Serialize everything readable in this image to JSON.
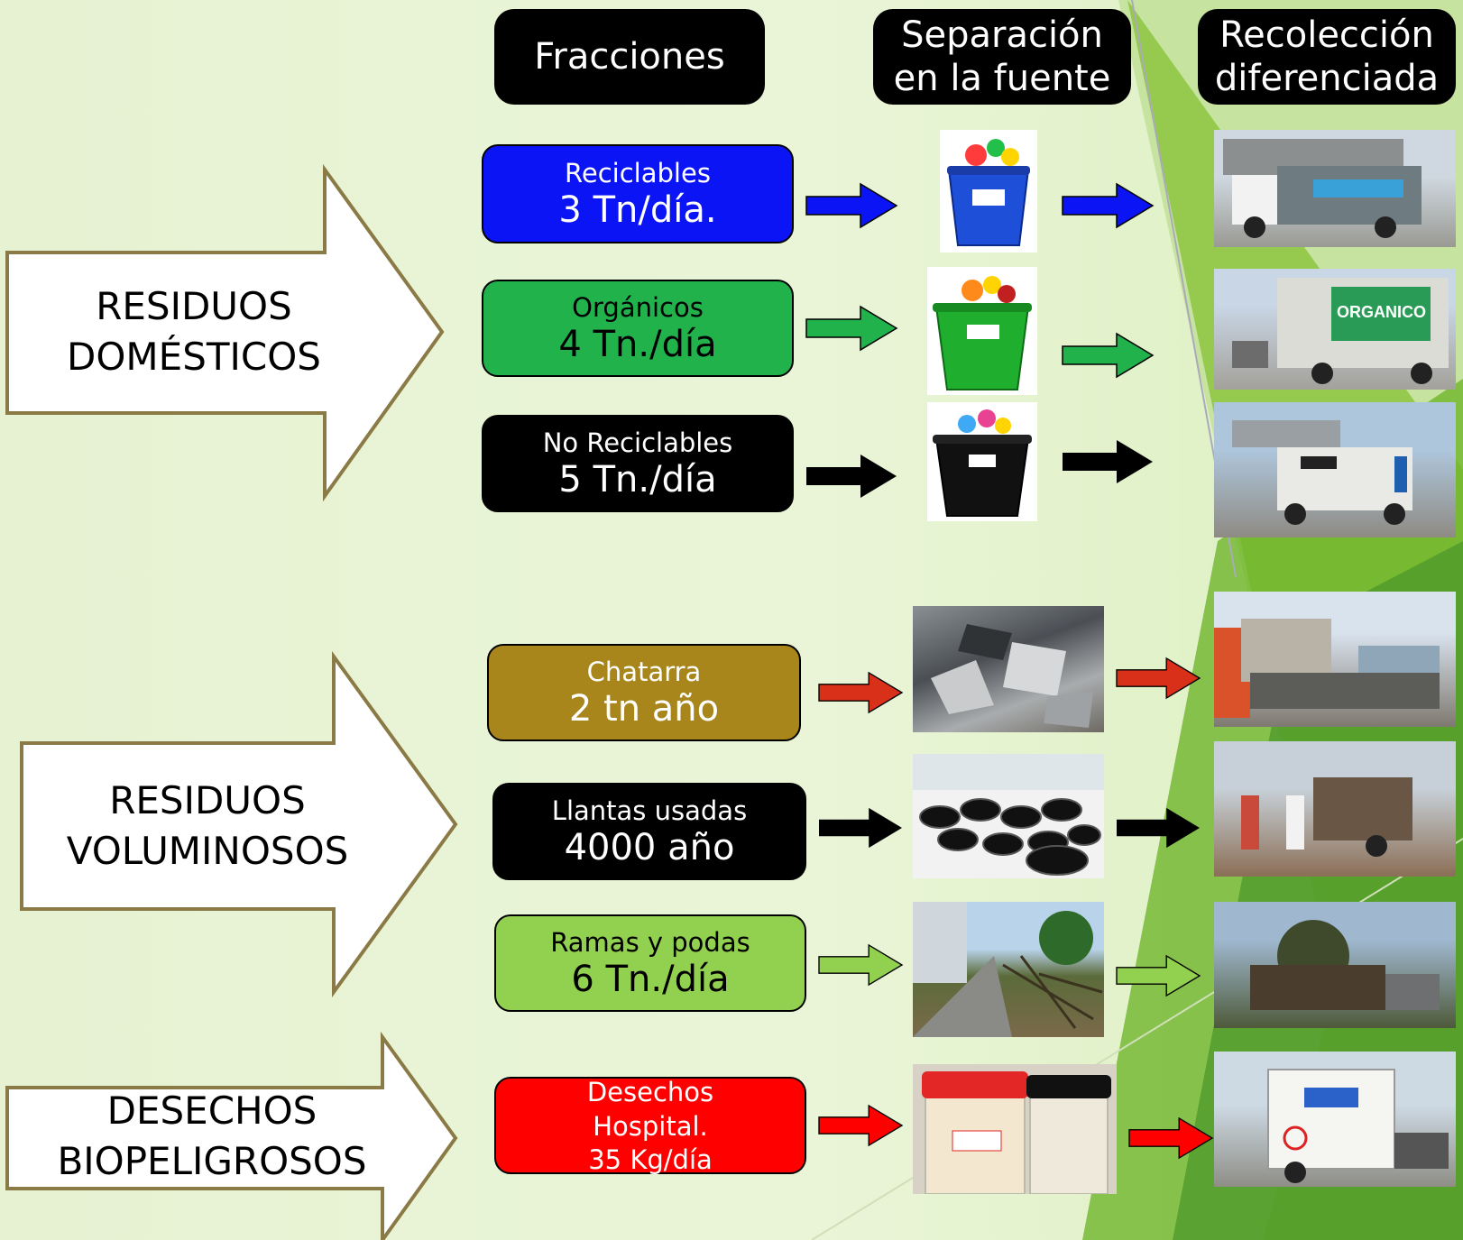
{
  "headers": {
    "fracciones": "Fracciones",
    "separacion": "Separación\nen la fuente",
    "recoleccion": "Recolección\ndiferenciada"
  },
  "categories": [
    {
      "label_line1": "RESIDUOS",
      "label_line2": "DOMÉSTICOS"
    },
    {
      "label_line1": "RESIDUOS",
      "label_line2": "VOLUMINOSOS"
    },
    {
      "label_line1": "DESECHOS",
      "label_line2": "BIOPELIGROSOS"
    }
  ],
  "fractions": [
    {
      "name": "Reciclables",
      "amount": "3 Tn/día.",
      "color": "#0a14f5",
      "text_color": "#ffffff"
    },
    {
      "name": "Orgánicos",
      "amount": "4 Tn./día",
      "color": "#22b24c",
      "text_color": "#000000"
    },
    {
      "name": "No Reciclables",
      "amount": "5 Tn./día",
      "color": "#000000",
      "text_color": "#ffffff"
    },
    {
      "name": "Chatarra",
      "amount": "2 tn año",
      "color": "#a8861c",
      "text_color": "#ffffff"
    },
    {
      "name": "Llantas usadas",
      "amount": "4000 año",
      "color": "#000000",
      "text_color": "#ffffff"
    },
    {
      "name": "Ramas y podas",
      "amount": "6 Tn./día",
      "color": "#92d050",
      "text_color": "#000000"
    },
    {
      "name": "Desechos",
      "name2": "Hospital.",
      "amount": "35 Kg/día",
      "color": "#ff0000",
      "text_color": "#ffffff"
    }
  ],
  "arrow_colors": [
    "#0a14f5",
    "#22b24c",
    "#000000",
    "#d9301a",
    "#000000",
    "#92d050",
    "#ff0000"
  ],
  "photo_captions": {
    "organico_truck": "ORGANICO"
  }
}
